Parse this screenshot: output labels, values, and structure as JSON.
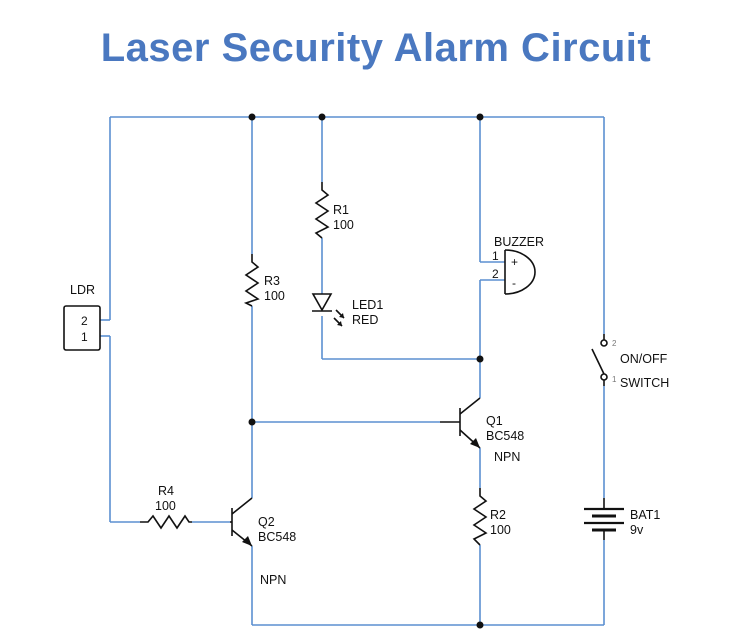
{
  "title": "Laser Security Alarm Circuit",
  "colors": {
    "title": "#4a78c0",
    "wire": "#5b8fd0",
    "component": "#111111"
  },
  "components": {
    "r1": {
      "ref": "R1",
      "value": "100"
    },
    "r2": {
      "ref": "R2",
      "value": "100"
    },
    "r3": {
      "ref": "R3",
      "value": "100"
    },
    "r4": {
      "ref": "R4",
      "value": "100"
    },
    "led1": {
      "ref": "LED1",
      "value": "RED"
    },
    "buzzer": {
      "ref": "BUZZER",
      "pin1": "1",
      "pin2": "2",
      "plus": "+",
      "minus": "-"
    },
    "ldr": {
      "ref": "LDR",
      "pin2": "2",
      "pin1": "1"
    },
    "q1": {
      "ref": "Q1",
      "part": "BC548",
      "type": "NPN"
    },
    "q2": {
      "ref": "Q2",
      "part": "BC548",
      "type": "NPN"
    },
    "switch": {
      "line1": "ON/OFF",
      "line2": "SWITCH",
      "pin2": "2",
      "pin1": "1"
    },
    "bat1": {
      "ref": "BAT1",
      "value": "9v"
    }
  }
}
